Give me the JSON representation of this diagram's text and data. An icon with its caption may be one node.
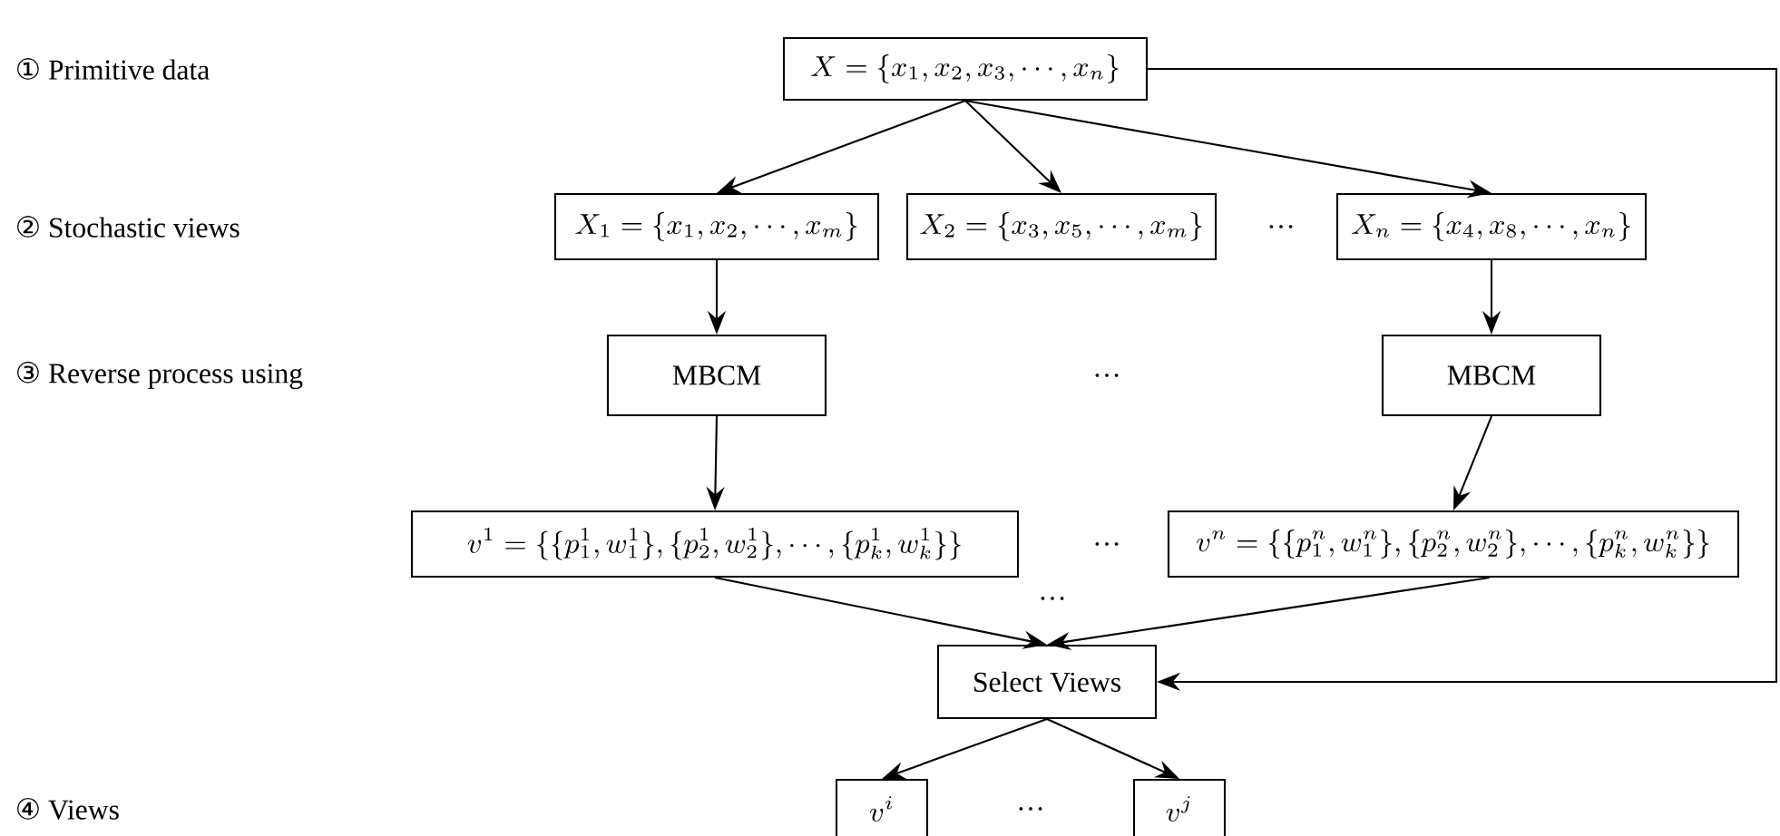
{
  "diagram": {
    "nodes": [
      {
        "text": [
          "X=\\{x_1,x_2,x_3,\\cdots,x_n\\}"
        ]
      },
      {
        "text": [
          "X_1=\\{x_1,x_2,\\cdots,x_m\\}"
        ]
      },
      {
        "text": [
          "X_2=\\{x_3,x_5,\\cdots,x_m\\}"
        ]
      },
      {
        "text": [
          "X_n=\\{x_4,x_8,\\cdots,x_n\\}"
        ]
      },
      {
        "text": [
          "MBCM"
        ]
      },
      {
        "text": [
          "MBCM"
        ]
      },
      {
        "text": [
          "v^1=\\{\\{p_1^1,w_1^1\\},\\{p_2^1,w_2^1\\},\\cdots,\\{p_k^1,w_k^1\\}\\}"
        ]
      },
      {
        "text": [
          "v^n=\\{\\{p_1^n,w_1^n\\},\\{p_2^n,w_2^n\\},\\cdots,\\{p_k^n,w_k^n\\}\\}"
        ]
      },
      {
        "text": [
          "Select Views"
        ]
      },
      {
        "text": [
          "v^i"
        ]
      },
      {
        "text": [
          "v^j"
        ]
      }
    ],
    "edges": [
      {
        "from": 0,
        "to": 1,
        "arrow": "to"
      },
      {
        "from": 0,
        "to": 2,
        "arrow": "to"
      },
      {
        "from": 0,
        "to": 3,
        "arrow": "to"
      },
      {
        "from": 1,
        "to": 4,
        "arrow": "to"
      },
      {
        "from": 3,
        "to": 5,
        "arrow": "to"
      },
      {
        "from": 4,
        "to": 6,
        "arrow": "to"
      },
      {
        "from": 5,
        "to": 7,
        "arrow": "to"
      },
      {
        "from": 6,
        "to": 8,
        "arrow": "to"
      },
      {
        "from": 7,
        "to": 8,
        "arrow": "to"
      },
      {
        "from": 8,
        "to": 9,
        "arrow": "to"
      },
      {
        "from": 8,
        "to": 10,
        "arrow": "to"
      },
      {
        "from": 0,
        "to": 8,
        "arrow": "to"
      }
    ],
    "labels": [
      "① Primitive data",
      "② Stochastic views",
      "…",
      "③ Reverse process using",
      "…",
      "…",
      "…",
      "④ Views",
      "…"
    ]
  }
}
